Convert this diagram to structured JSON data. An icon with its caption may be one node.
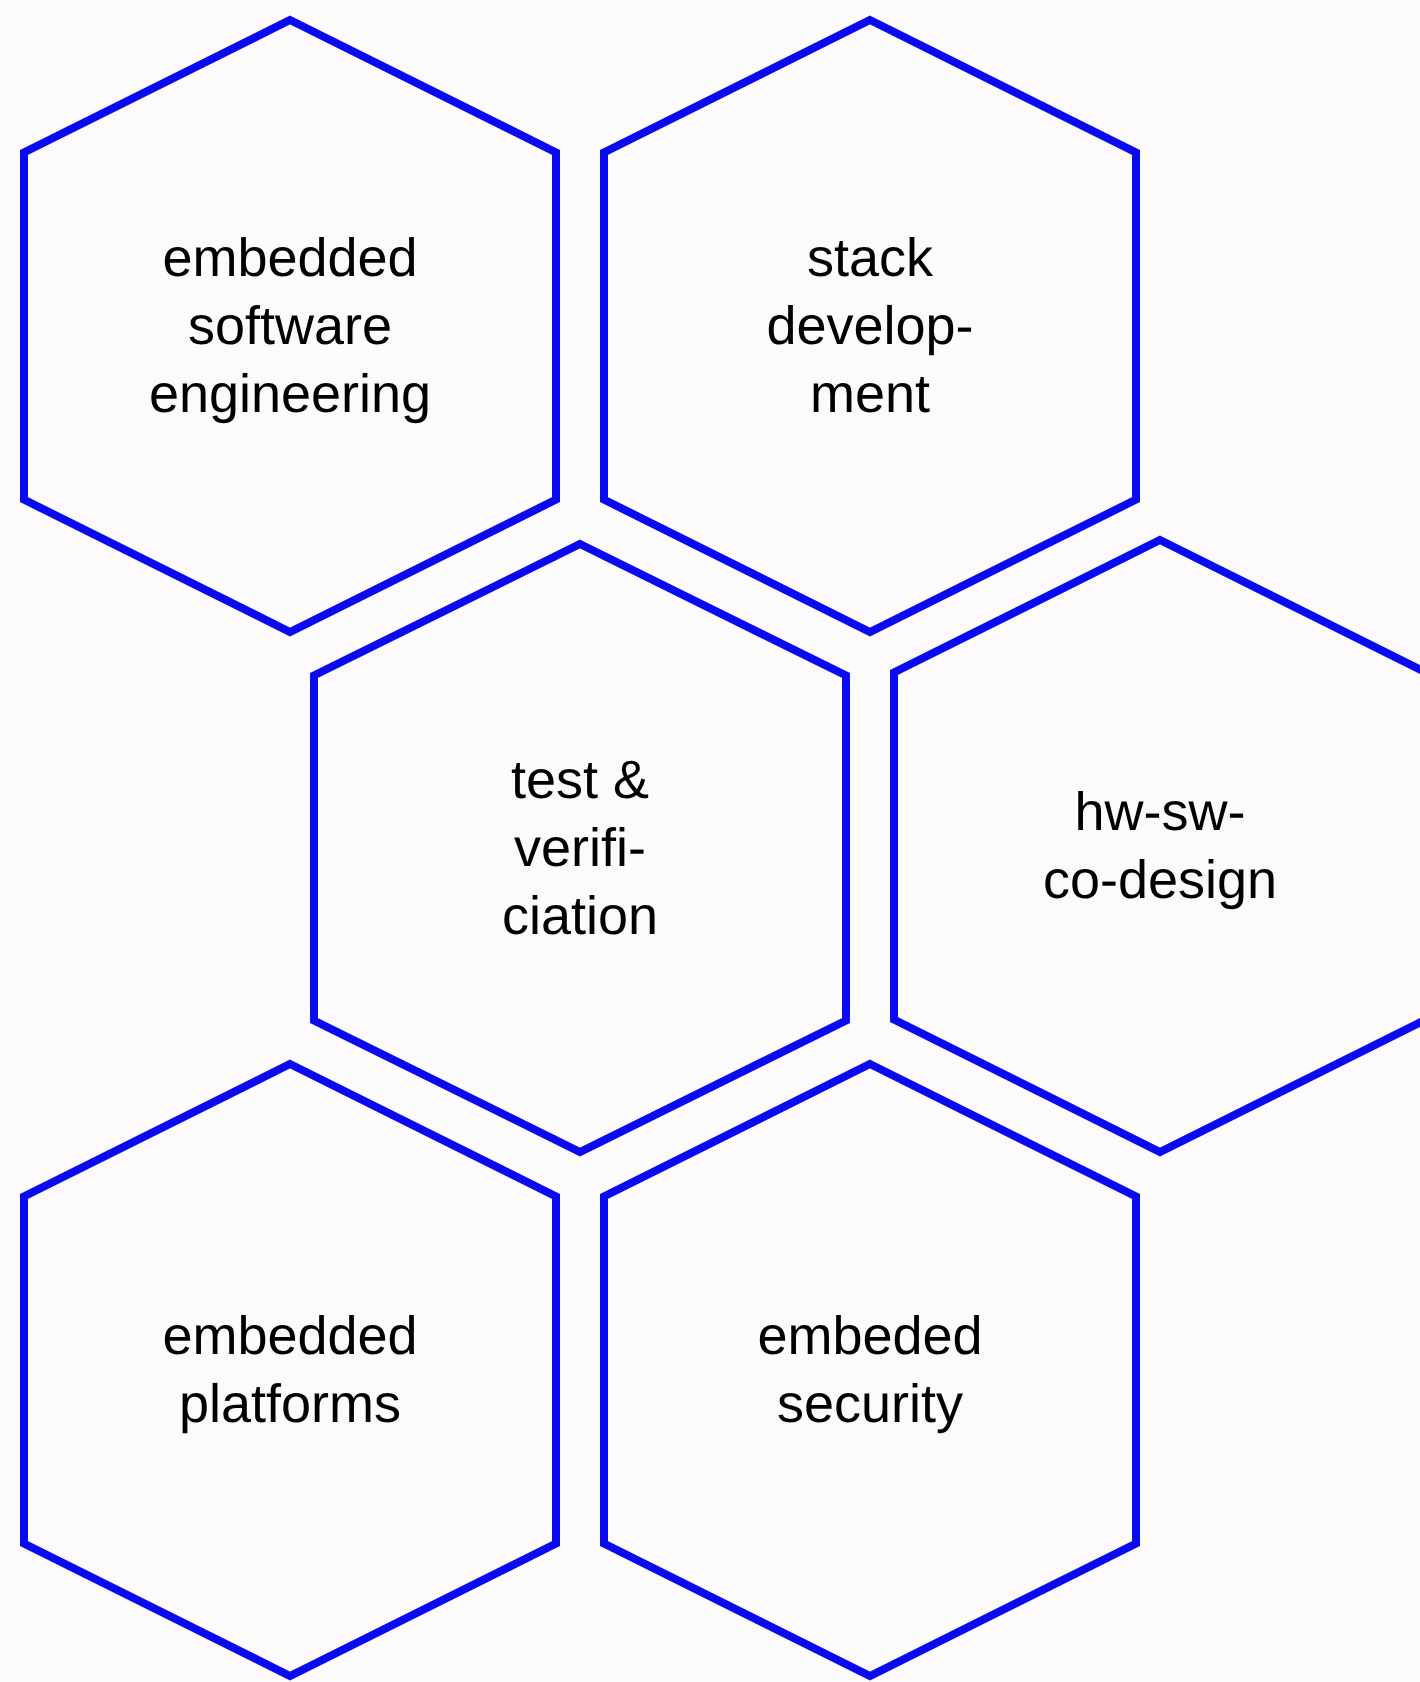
{
  "diagram": {
    "nodes": [
      {
        "text": [
          "embedded software engineering"
        ]
      },
      {
        "text": [
          "stack develop- ment"
        ]
      },
      {
        "text": [
          "test & verifi- ciation"
        ]
      },
      {
        "text": [
          "hw-sw- co-design"
        ]
      },
      {
        "text": [
          "embedded platforms"
        ]
      },
      {
        "text": [
          "embeded security"
        ]
      }
    ]
  }
}
